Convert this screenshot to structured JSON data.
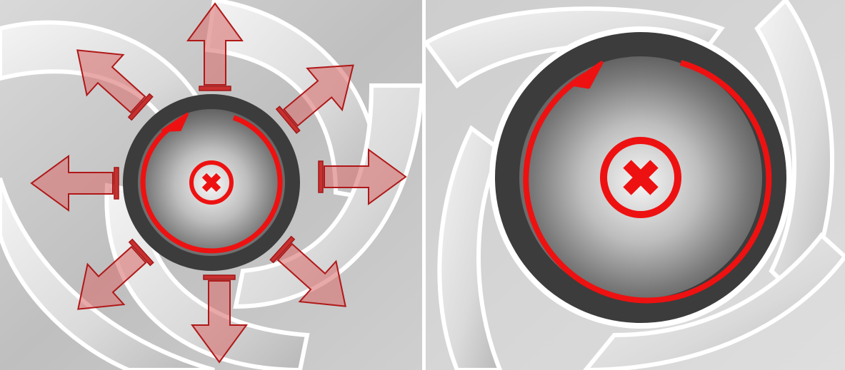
{
  "figure": {
    "panels": [
      {
        "id": "left",
        "icons": [
          "rotation-arrow-icon",
          "no-flow-x-icon",
          "outward-arrow-icon"
        ],
        "outward_arrow_count": 8
      },
      {
        "id": "right",
        "icons": [
          "rotation-arrow-icon",
          "no-flow-x-icon"
        ],
        "outward_arrow_count": 0
      }
    ],
    "colors": {
      "marker_red": "#ee1111",
      "arrow_fill": "#d87070",
      "arrow_stroke": "#b01818",
      "hub_dark": "#3c3c3c",
      "blade_light": "#ececec",
      "blade_shadow": "#a9a9a9",
      "divider": "#ffffff"
    }
  }
}
